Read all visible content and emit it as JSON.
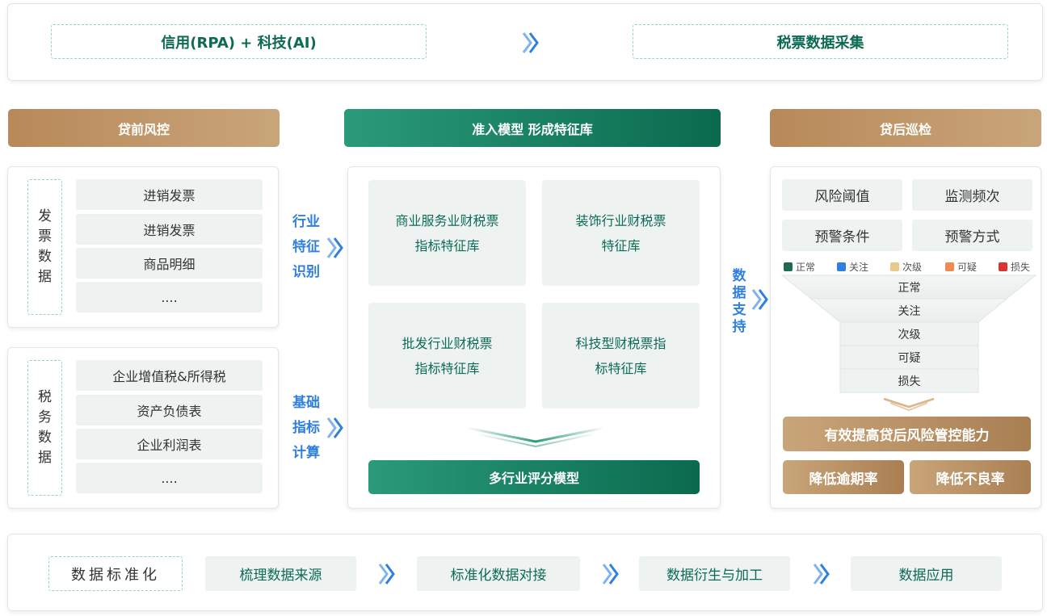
{
  "top": {
    "left_box": "信用(RPA) + 科技(AI)",
    "right_box": "税票数据采集"
  },
  "columns": {
    "left_header": "贷前风控",
    "center_header": "准入模型 形成特征库",
    "right_header": "贷后巡检"
  },
  "left": {
    "invoice_group": {
      "label_chars": [
        "发",
        "票",
        "数",
        "据"
      ],
      "items": [
        "进销发票",
        "进销发票",
        "商品明细",
        "...."
      ]
    },
    "tax_group": {
      "label_chars": [
        "税",
        "务",
        "数",
        "据"
      ],
      "items": [
        "企业增值税&所得税",
        "资产负债表",
        "企业利润表",
        "...."
      ]
    }
  },
  "connectors": {
    "industry": [
      "行业",
      "特征",
      "识别"
    ],
    "basic": [
      "基础",
      "指标",
      "计算"
    ],
    "data_support": [
      "数",
      "据",
      "支",
      "持"
    ]
  },
  "center": {
    "features": [
      {
        "line1": "商业服务业财税票",
        "line2": "指标特征库"
      },
      {
        "line1": "装饰行业财税票",
        "line2": "特征库"
      },
      {
        "line1": "批发行业财税票",
        "line2": "指标特征库"
      },
      {
        "line1": "科技型财税票指",
        "line2": "标特征库"
      }
    ],
    "model": "多行业评分模型"
  },
  "right": {
    "params": [
      "风险阈值",
      "监测频次",
      "预警条件",
      "预警方式"
    ],
    "legend": [
      {
        "label": "正常",
        "color": "#1e6b4f"
      },
      {
        "label": "关注",
        "color": "#2f7fe0"
      },
      {
        "label": "次级",
        "color": "#e8c98c"
      },
      {
        "label": "可疑",
        "color": "#ef8a55"
      },
      {
        "label": "损失",
        "color": "#d93535"
      }
    ],
    "tiers": [
      "正常",
      "关注",
      "次级",
      "可疑",
      "损失"
    ],
    "result_main": "有效提高贷后风险管控能力",
    "result_a": "降低逾期率",
    "result_b": "降低不良率"
  },
  "bottom": {
    "label": "数据标准化",
    "steps": [
      "梳理数据来源",
      "标准化数据对接",
      "数据衍生与加工",
      "数据应用"
    ]
  },
  "colors": {
    "gold": "#c49a6c",
    "green": "#0b6a4e",
    "blue_accent": "#2f7fe0",
    "cell_bg": "#eef3f2"
  }
}
